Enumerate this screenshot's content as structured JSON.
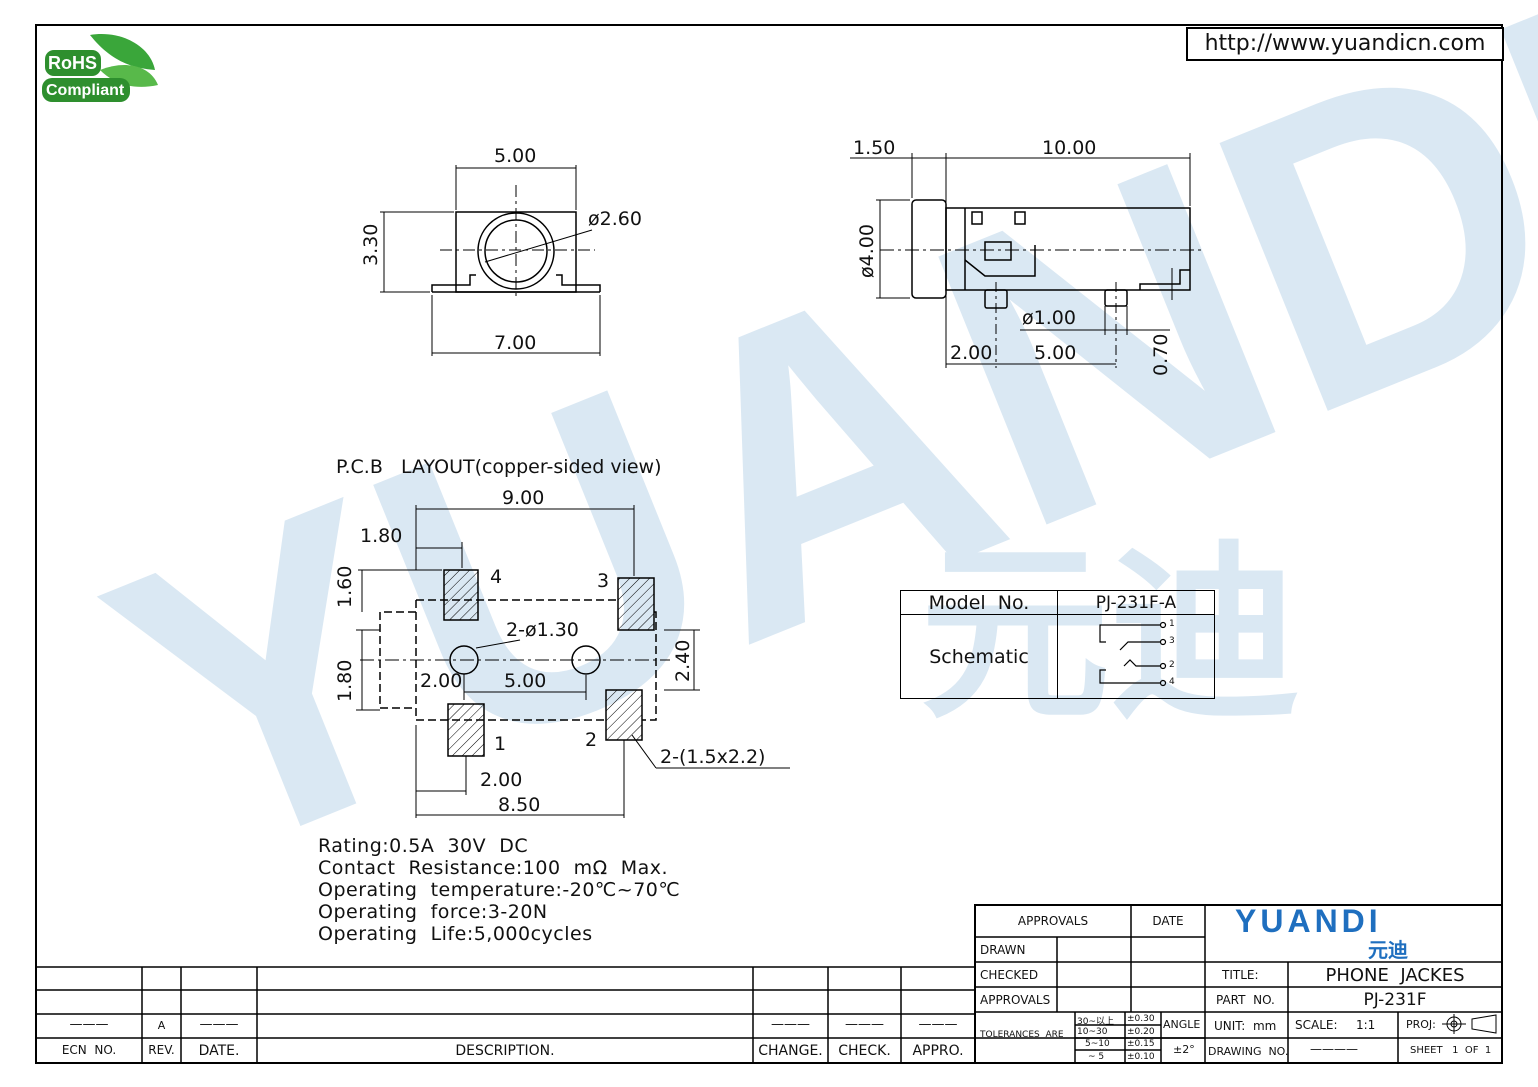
{
  "website": "http://www.yuandicn.com",
  "rohs": {
    "line1": "RoHS",
    "line2": "Compliant"
  },
  "watermark": {
    "latin": "YUANDI",
    "chinese": "元迪"
  },
  "front_view": {
    "width_top": "5.00",
    "diameter": "ø2.60",
    "height": "3.30",
    "width_bottom": "7.00"
  },
  "side_view": {
    "dim_left": "1.50",
    "dim_length": "10.00",
    "diameter": "ø4.00",
    "pin_diameter": "ø1.00",
    "dim_a": "2.00",
    "dim_b": "5.00",
    "dim_c": "0.70"
  },
  "pcb": {
    "title": "P.C.B   LAYOUT(copper-sided view)",
    "dim_total": "9.00",
    "dim_pad": "1.80",
    "dim_pad_h": "1.60",
    "dim_holes": "2-ø1.30",
    "dim_hole_offset": "2.00",
    "dim_hole_spacing": "5.00",
    "dim_h": "2.40",
    "dim_side": "1.80",
    "dim_bottom_a": "2.00",
    "dim_bottom_b": "8.50",
    "pad_note": "2-(1.5x2.2)",
    "pins": [
      "4",
      "3",
      "1",
      "2"
    ]
  },
  "model_table": {
    "model_label": "Model  No.",
    "model_value": "PJ-231F-A",
    "schematic_label": "Schematic",
    "pins": [
      "1",
      "3",
      "2",
      "4"
    ]
  },
  "specs": [
    "Rating:0.5A  30V  DC",
    "Contact  Resistance:100  mΩ  Max.",
    "Operating  temperature:-20℃~70℃",
    "Operating  force:3-20N",
    "Operating  Life:5,000cycles"
  ],
  "revision_block": {
    "values": [
      "———",
      "A",
      "———",
      "",
      "———",
      "———",
      "———"
    ],
    "headers": [
      "ECN  NO.",
      "REV.",
      "DATE.",
      "DESCRIPTION.",
      "CHANGE.",
      "CHECK.",
      "APPRO."
    ]
  },
  "title_block": {
    "approvals": "APPROVALS",
    "date": "DATE",
    "drawn": "DRAWN",
    "checked": "CHECKED",
    "approvals2": "APPROVALS",
    "tolerances": "TOLERANCES  ARE",
    "tol_ranges": [
      "30~以上",
      "10~30",
      "5~10",
      "~ 5"
    ],
    "tol_values": [
      "±0.30",
      "±0.20",
      "±0.15",
      "±0.10"
    ],
    "angle": "ANGLE",
    "angle_value": "±2°",
    "logo": "YUANDI",
    "logo_cn": "元迪",
    "title_label": "TITLE:",
    "title_value": "PHONE  JACKES",
    "part_label": "PART  NO.",
    "part_value": "PJ-231F",
    "unit": "UNIT:  mm",
    "scale_label": "SCALE:",
    "scale_value": "1:1",
    "proj": "PROJ:",
    "drawing_no": "DRAWING  NO.",
    "drawing_value": "————",
    "sheet": "SHEET   1  OF  1"
  }
}
